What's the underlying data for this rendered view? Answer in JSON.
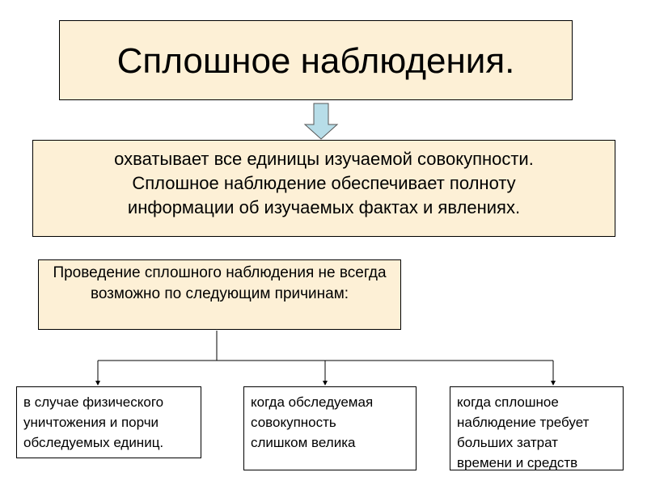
{
  "title": "Сплошное наблюдения.",
  "description": {
    "line1": "охватывает все единицы изучаемой совокупности.",
    "line2": "Сплошное наблюдение обеспечивает полноту",
    "line3": "информации об изучаемых фактах и явлениях."
  },
  "reason_header": {
    "text": "Проведение сплошного наблюдения не всегда возможно по следующим причинам:"
  },
  "reasons": [
    {
      "lines": [
        "в случае физического",
        "уничтожения и порчи",
        "обследуемых единиц."
      ]
    },
    {
      "lines": [
        "когда обследуемая",
        "совокупность",
        "слишком велика"
      ]
    },
    {
      "lines": [
        "когда сплошное",
        "наблюдение требует",
        "больших затрат",
        "времени и средств"
      ]
    }
  ],
  "colors": {
    "box_fill": "#fdf0d6",
    "arrow_fill": "#b7dde8"
  }
}
